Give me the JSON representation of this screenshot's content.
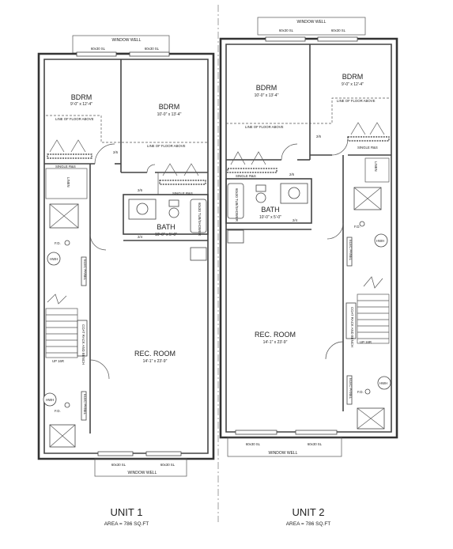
{
  "units": [
    {
      "title": "UNIT 1",
      "area": "AREA = 786 SQ.FT",
      "window_well_top": "WINDOW WELL",
      "window_well_bottom": "WINDOW WELL",
      "windows_top": [
        "60x30 SL",
        "60x30 SL"
      ],
      "windows_bottom": [
        "60x30 SL",
        "60x30 SL"
      ],
      "rooms": {
        "bdrm_left": {
          "name": "BDRM",
          "size": "9'-0\" x 12'-4\""
        },
        "bdrm_right": {
          "name": "BDRM",
          "size": "10'-0\" x 13'-4\""
        },
        "bath": {
          "name": "BATH",
          "size": "10'-0\" x 5'-0\""
        },
        "rec_room": {
          "name": "REC. ROOM",
          "size": "14'-1\" x 23'-9\""
        }
      },
      "notes": {
        "line_floor_above_1": "LINE OF FLOOR ABOVE",
        "line_floor_above_2": "LINE OF FLOOR ABOVE",
        "single_rs_1": "SINGLE R&S",
        "single_rs_2": "SINGLE R&S",
        "linen": "LINEN",
        "tub": "60x30 TUB/SHOWER",
        "coat": "COAT RACK AND BENCH",
        "up": "UP 16R",
        "fd_1": "F.D.",
        "fd_2": "F.D.",
        "hwh_1": "HWH",
        "hwh_2": "HWH",
        "door_1": "2/6",
        "door_2": "2/6",
        "door_3": "2/4",
        "meter_1": "ELEC PANEL",
        "meter_2": "ELEC PANEL"
      }
    },
    {
      "title": "UNIT 2",
      "area": "AREA = 786 SQ.FT",
      "window_well_top": "WINDOW WELL",
      "window_well_bottom": "WINDOW WELL",
      "windows_top": [
        "60x30 SL",
        "60x30 SL"
      ],
      "windows_bottom": [
        "60x30 SL",
        "60x30 SL"
      ],
      "rooms": {
        "bdrm_left": {
          "name": "BDRM",
          "size": "10'-0\" x 13'-4\""
        },
        "bdrm_right": {
          "name": "BDRM",
          "size": "9'-0\" x 12'-4\""
        },
        "bath": {
          "name": "BATH",
          "size": "10'-0\" x 5'-0\""
        },
        "rec_room": {
          "name": "REC. ROOM",
          "size": "14'-1\" x 23'-9\""
        }
      },
      "notes": {
        "line_floor_above_1": "LINE OF FLOOR ABOVE",
        "line_floor_above_2": "LINE OF FLOOR ABOVE",
        "single_rs_1": "SINGLE R&S",
        "single_rs_2": "SINGLE R&S",
        "linen": "LINEN",
        "tub": "60x30 TUB/SHOWER",
        "coat": "COAT RACK AND BENCH",
        "up": "UP 16R",
        "fd_1": "F.D.",
        "fd_2": "F.D.",
        "hwh_1": "HWH",
        "hwh_2": "HWH",
        "door_1": "2/6",
        "door_2": "2/6",
        "door_3": "2/4",
        "meter_1": "ELEC PANEL",
        "meter_2": "ELEC PANEL"
      }
    }
  ]
}
